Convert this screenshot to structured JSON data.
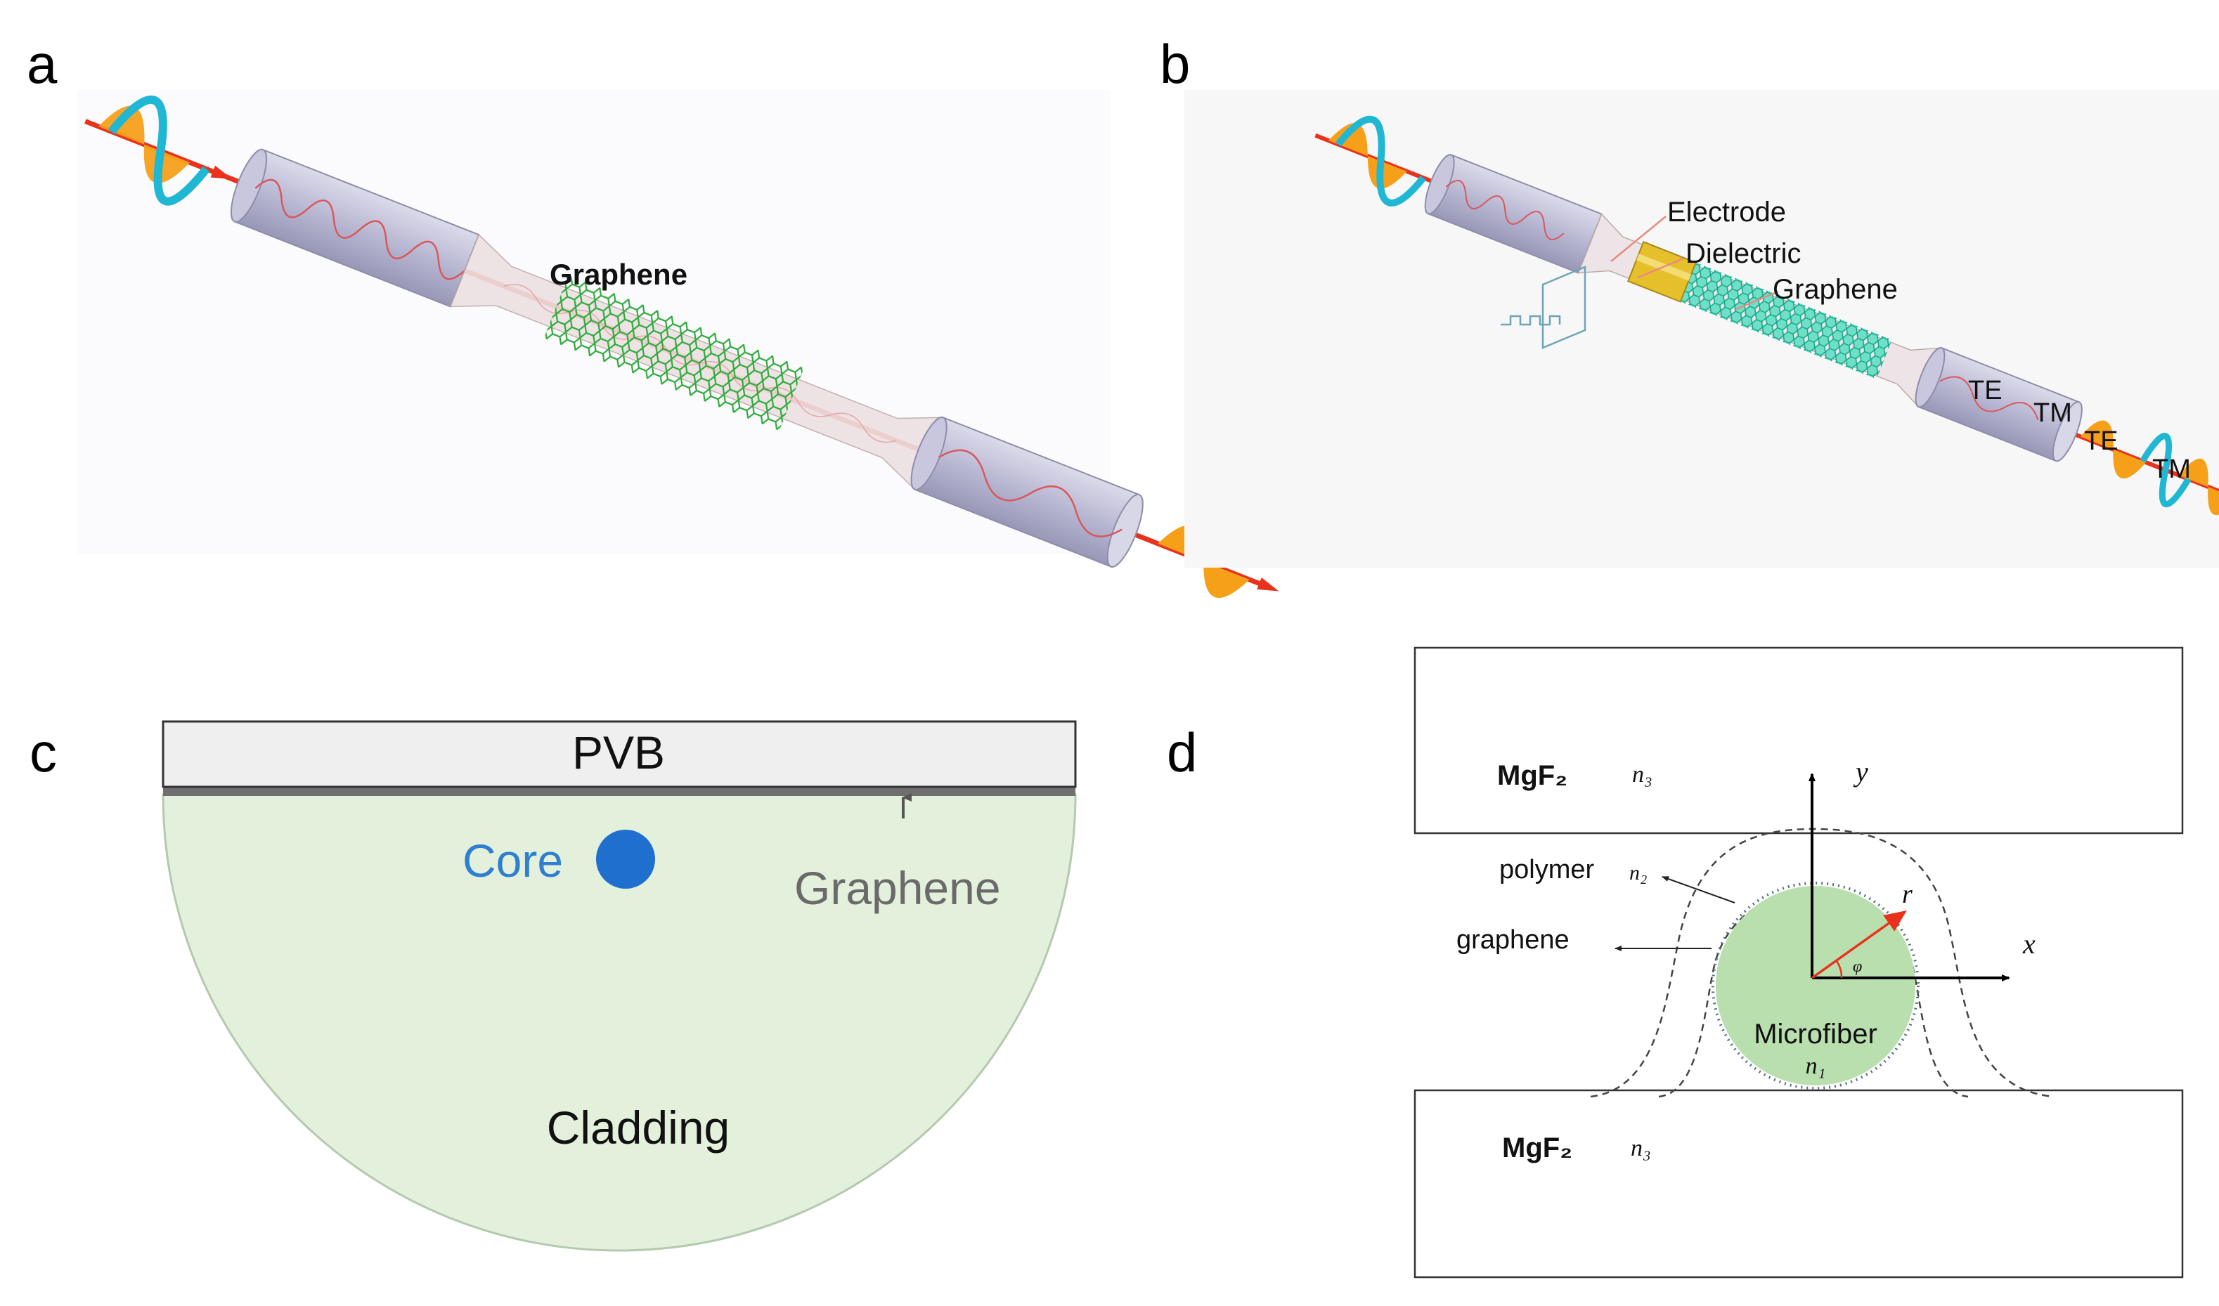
{
  "panels": {
    "a": {
      "letter": "a",
      "graphene_label": "Graphene"
    },
    "b": {
      "letter": "b",
      "electrode_label": "Electrode",
      "dielectric_label": "Dielectric",
      "graphene_label": "Graphene",
      "te1_label": "TE",
      "tm1_label": "TM",
      "te2_label": "TE",
      "tm2_label": "TM"
    },
    "c": {
      "letter": "c",
      "pvb_label": "PVB",
      "core_label": "Core",
      "graphene_label": "Graphene",
      "cladding_label": "Cladding"
    },
    "d": {
      "letter": "d",
      "mgf2_top_label": "MgF₂",
      "n3_top": "n₃",
      "mgf2_bottom_label": "MgF₂",
      "n3_bottom": "n₃",
      "polymer_label": "polymer",
      "n2": "n₂",
      "graphene_label": "graphene",
      "microfiber_label": "Microfiber",
      "n1": "n₁",
      "axis_y": "y",
      "axis_x": "x",
      "radius_r": "r",
      "angle_phi": "φ"
    }
  },
  "colors": {
    "wave_orange": "#f6a01a",
    "wave_cyan": "#1fb7d3",
    "beam_red": "#e8321c",
    "fiber_gray": "#b9b8d3",
    "graphene_green": "#2eaa3a",
    "graphene_teal": "#19c7a6",
    "electrode_yellow": "#e6c02a",
    "cladding_green": "#e2f0dc",
    "core_blue": "#1f6fcf",
    "core_text": "#2f7fd0",
    "pvb_gray": "#efefef",
    "microfiber_green": "#b9dfaf"
  }
}
